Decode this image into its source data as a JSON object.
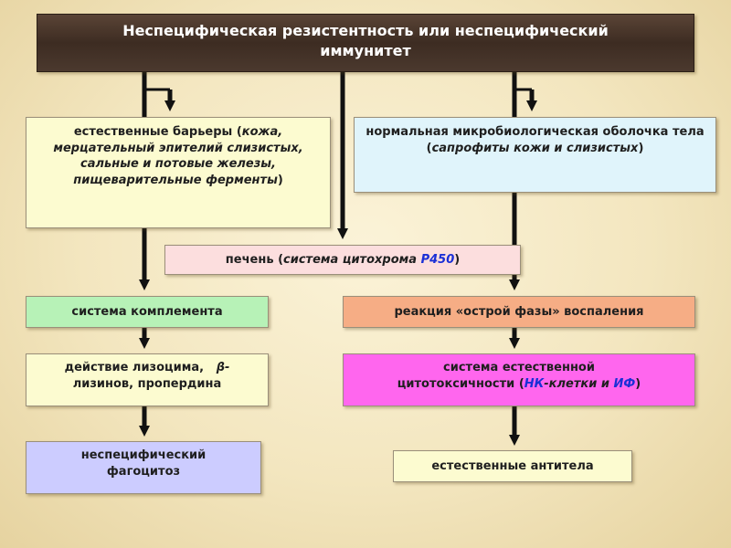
{
  "title": {
    "line1": "Неспецифическая резистентность или неспецифический",
    "line2": "иммунитет"
  },
  "barriers": {
    "main": "естественные барьеры",
    "paren_open": " (",
    "detail": "кожа, мерцательный эпителий слизистых, сальные и потовые железы, пищеварительные ферменты",
    "paren_close": ")"
  },
  "microflora": {
    "main": "нормальная микробиологическая оболочка тела",
    "paren_open": " (",
    "detail": "сапрофиты кожи и слизистых",
    "paren_close": ")"
  },
  "liver": {
    "main": "печень",
    "paren_open": " (",
    "detail": "система цитохрома",
    "code": "Р450",
    "paren_close": ")"
  },
  "complement": {
    "label": "система комплемента"
  },
  "acute_phase": {
    "label": "реакция «острой фазы» воспаления"
  },
  "lysozyme": {
    "line1": "действие лизоцима,",
    "beta": "β-",
    "line2": "лизинов, пропердина"
  },
  "cytotoxicity": {
    "line1": "система естественной",
    "line2": "цитотоксичности",
    "paren_open": " (",
    "nk": "НК",
    "nk_rest": "-клетки и",
    "if": "ИФ",
    "paren_close": ")"
  },
  "phagocytosis": {
    "line1": "неспецифический",
    "line2": "фагоцитоз"
  },
  "antibodies": {
    "label": "естественные антитела"
  },
  "colors": {
    "title_bg": "#3d2c22",
    "arrow": "#111111",
    "barriers_bg": "#fcfbd0",
    "microflora_bg": "#e0f4fb",
    "liver_bg": "#fcdede",
    "complement_bg": "#b7f2b7",
    "acute_phase_bg": "#f6ad85",
    "cytotoxicity_bg": "#ff66ee",
    "phagocytosis_bg": "#ccccff",
    "accent_blue": "#1a2fd6"
  }
}
